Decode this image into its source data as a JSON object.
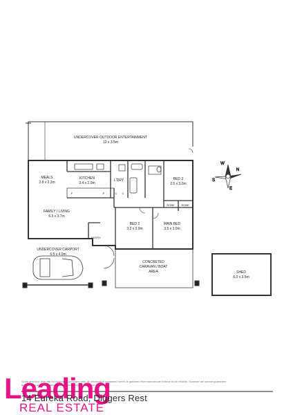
{
  "rooms": {
    "outdoor_name": "UNDERCOVER OUTDOOR ENTERTAINMENT",
    "outdoor_size": "12 x 3.5m",
    "meals_name": "MEALS",
    "meals_size": "2.8 x 2.2m",
    "kitchen_name": "KITCHEN",
    "kitchen_size": "3.4 x 2.0m",
    "ldry": "L'DRY",
    "bed3_name": "BED 3",
    "bed3_size": "2.5 x 3.0m",
    "family_name": "FAMILY / LIVING",
    "family_size": "6.3 x 3.7m",
    "robe_left": "ROBE",
    "robe_right": "ROBE",
    "bed2_name": "BED 2",
    "bed2_size": "3.2 x 3.0m",
    "main_name": "MAIN BED",
    "main_size": "3.5 x 3.0m",
    "entry": "ENTRY",
    "carport_name": "UNDERCOVER CARPORT",
    "carport_size": "6.5 x 4.0m",
    "concrete_line1": "CONCRETED",
    "concrete_line2": "CARAVAN / BOAT",
    "concrete_line3": "AREA",
    "shed_name": "SHED",
    "shed_size": "6.0 x 3.5m",
    "fridge": "F",
    "pantry": "P",
    "cupboard1": "C",
    "cupboard2": "C"
  },
  "compass": {
    "n": "N",
    "s": "S",
    "e": "E",
    "w": "W"
  },
  "disclaimer": "Scale and floor plan are for illustrative purposes only. All information contained herein is gathered from sources we believe to be reliable. However we cannot guarantee its accuracy and interested persons should rely on their own enquiries.",
  "address": "14 Eureka Road, Diggers Rest",
  "brand": {
    "name": "Leading",
    "sub": "REAL ESTATE",
    "color": "#e5007e"
  }
}
